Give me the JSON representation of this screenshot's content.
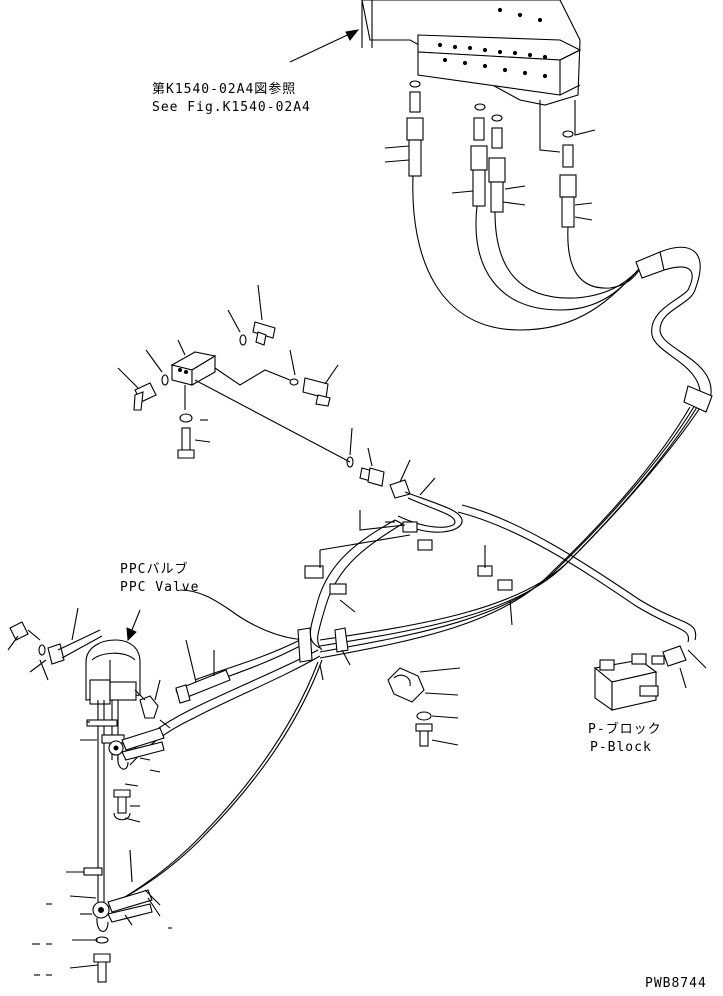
{
  "labels": {
    "ref_jp": "第K1540-02A4図参照",
    "ref_en": "See Fig.K1540-02A4",
    "ppc_jp": "PPCバルブ",
    "ppc_en": "PPC Valve",
    "pblock_jp": "P-ブロック",
    "pblock_en": "P-Block",
    "drawing_no": "PWB8744"
  }
}
